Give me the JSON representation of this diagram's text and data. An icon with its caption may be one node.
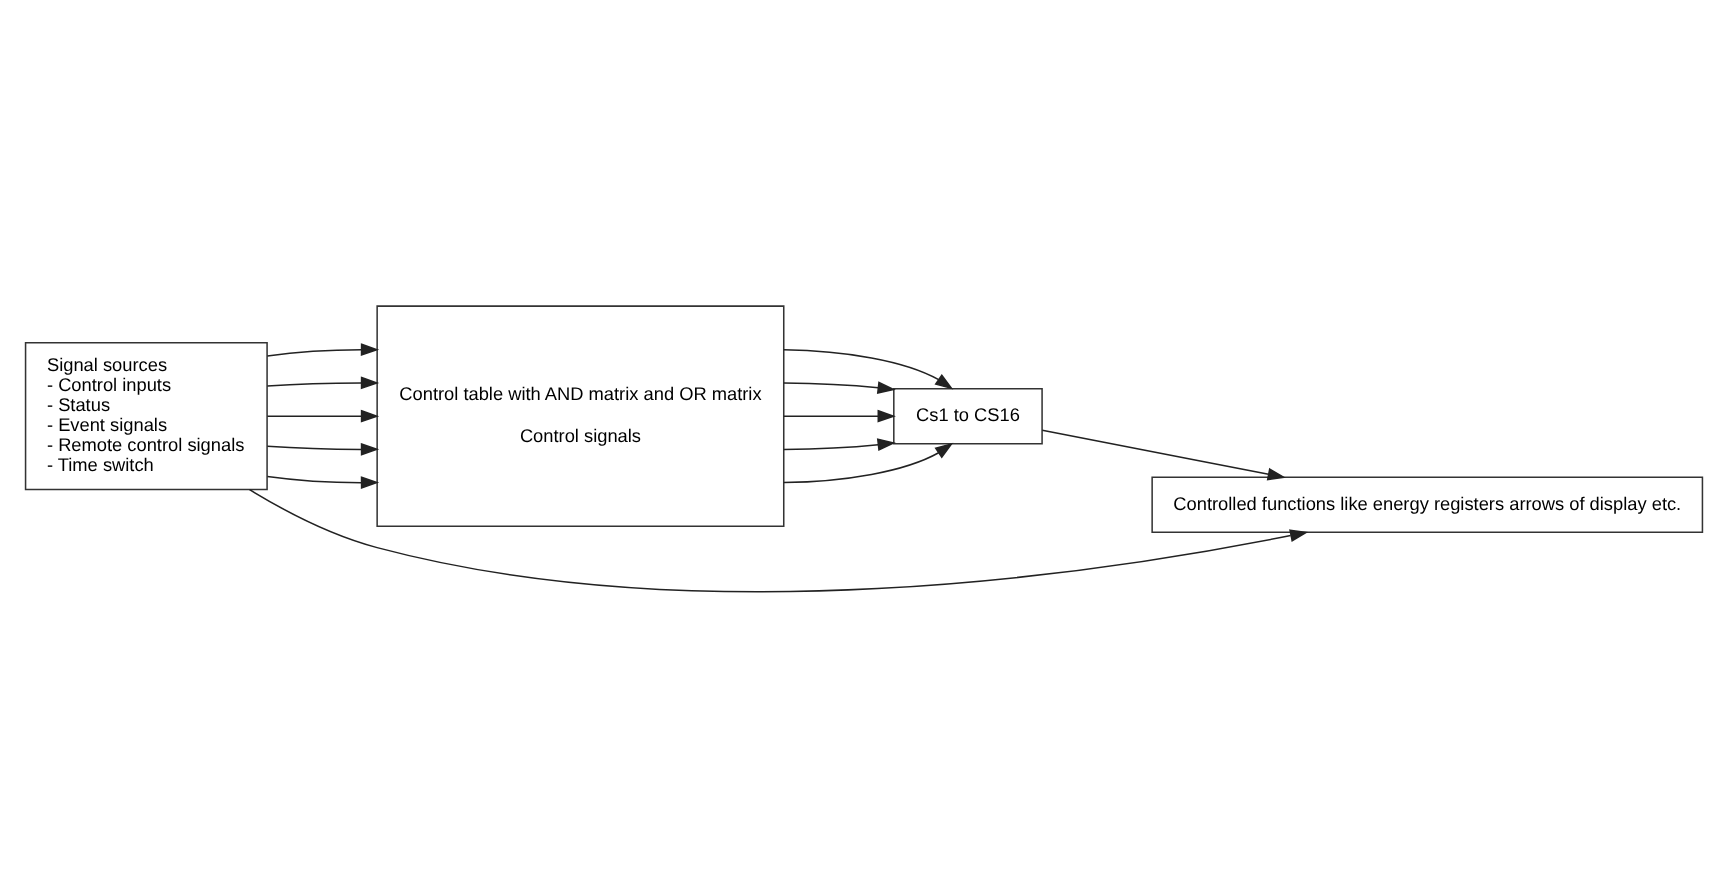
{
  "diagram": {
    "nodes": [
      {
        "text": [
          "Signal sources",
          "- Control inputs",
          "- Status",
          "- Event signals",
          "- Remote control signals",
          "- Time switch"
        ]
      },
      {
        "text": [
          "Control table with AND matrix and OR matrix",
          "Control signals"
        ]
      },
      {
        "text": [
          "Cs1 to CS16"
        ]
      },
      {
        "text": [
          "Controlled functions like energy registers arrows of display etc."
        ]
      }
    ],
    "edges": [
      {
        "from": 0,
        "to": 1,
        "arrow": "to"
      },
      {
        "from": 0,
        "to": 1,
        "arrow": "to"
      },
      {
        "from": 0,
        "to": 1,
        "arrow": "to"
      },
      {
        "from": 0,
        "to": 1,
        "arrow": "to"
      },
      {
        "from": 0,
        "to": 1,
        "arrow": "to"
      },
      {
        "from": 0,
        "to": 3,
        "arrow": "to"
      },
      {
        "from": 1,
        "to": 2,
        "arrow": "to"
      },
      {
        "from": 1,
        "to": 2,
        "arrow": "to"
      },
      {
        "from": 1,
        "to": 2,
        "arrow": "to"
      },
      {
        "from": 1,
        "to": 2,
        "arrow": "to"
      },
      {
        "from": 1,
        "to": 2,
        "arrow": "to"
      },
      {
        "from": 2,
        "to": 3,
        "arrow": "to"
      }
    ]
  }
}
